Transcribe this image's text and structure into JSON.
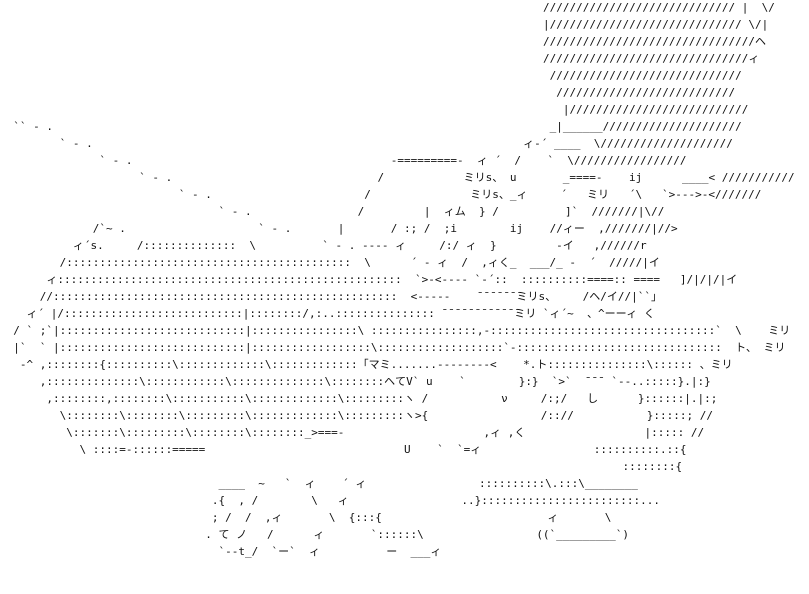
{
  "art": {
    "lines": [
      "                                                                                  ///////////////////////////// |  \\/",
      "                                                                                  |///////////////////////////// \\/|",
      "                                                                                  ////////////////////////////////ヘ",
      "                                                                                  ///////////////////////////////ィ",
      "                                                                                   /////////////////////////////",
      "                                                                                    ///////////////////////////",
      "                                                                                     |///////////////////////////",
      "  `` ‐ .                                                                           _|______/////////////////////",
      "         ` ‐ .                                                                 ィ-´ ____  \\////////////////////",
      "               ` ‐ .                                       -=========-  ィ ´  /    `  \\/////////////////",
      "                     ` ‐ .                               /            ミリs、 u       _====-    ij      ____< ///////////",
      "                           ` ‐ .                       /               ミリs、_ィ     ´   ミリ   ´\\   `>--->-<///////",
      "                                 ` ‐ .                /         |  ィム  } /          ]`  ///////|\\//",
      "              /`~ .                    ` ‐ .       |       / :; /  ;i        ij    //ィー  ,///////|//>",
      "           ィ´s.     /::::::::::::::  \\          ` ‐ . ---- ィ     /:/ ィ  }         ‐イ   ,//////r",
      "         /:::::::::::::::::::::::::::::::::::::::::::  \\      ´ ‐ ィ  /  ,ィく_  ___/_ -  ´  /////|イ",
      "       ィ::::::::::::::::::::::::::::::::::::::::::::::::::::  `>-<---- `-´::  ::::::::::====:: ====   ]/|/|/|イ",
      "      //::::::::::::::::::::::::::::::::::::::::::::::::::::  <-----    ̄ ̄ ̄ ̄ ̄ ̄ ̄ミリs、    /ヘ/イ//|``」",
      "    ィ´ |/:::::::::::::::::::::::::::|::::::::/,:..::::::::::::::: ̄ ̄ ̄ ̄ ̄ ̄ ̄ ̄ ̄ ̄ ̄ ̄ミリ `ィ´~  、^ーーィ く",
      "  / ` ;`|::::::::::::::::::::::::::::|::::::::::::::::\\ ::::::::::::::::,-::::::::::::::::::::::::::::::::::`  \\    ミリ",
      "  |`  ` |::::::::::::::::::::::::::::|::::::::::::::::::\\:::::::::::::::::::`-:::::::::::::::::::::::::::::::  ト、 ミリ",
      "   -^ ,::::::::{::::::::::\\:::::::::::::\\:::::::::::::「マミ.......--------<    *.ト:::::::::::::::\\:::::: 、ミリ",
      "      ,::::::::::::::\\::::::::::::\\::::::::::::::\\::::::::ヘてV` u    `        }:}  `>`  ̄ ̄ ̄  `--..:::::}.|:}",
      "       ,::::::::,::::::::\\:::::::::::\\:::::::::::::\\:::::::::ヽ /           ν     /:;/   し      }::::::|.|:;",
      "         \\::::::::\\::::::::\\:::::::::\\:::::::::::::\\:::::::::ヽ>{                 /:://           }:::::; //",
      "          \\:::::::\\:::::::::\\::::::::\\::::::::_>===-                     ,ィ ,く                  |::::: //",
      "            \\ ::::=-::::::=====                              U    `  `=ィ                 ::::::::::.::{",
      "                                                                                              ::::::::{",
      "                                 ____  ~   `  ィ    ´ ィ                 ::::::::::\\.:::\\________",
      "                                .{  , /        \\   ィ                 ..}::::::::::::::::::::::::...",
      "                                ; /  /  ,ィ       \\  {:::{                         ィ       \\",
      "                               . て ノ   /      ィ       `::::::\\                 ((`_________`)",
      "                                 `--t_/  `ー`  ィ          ー  ___ィ"
    ]
  }
}
